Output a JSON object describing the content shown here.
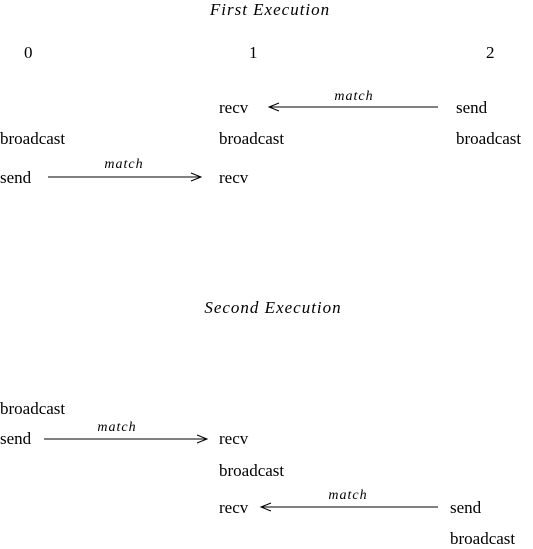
{
  "first_execution": {
    "title": "First Execution",
    "processes": [
      "0",
      "1",
      "2"
    ],
    "events": {
      "p0": [
        "broadcast",
        "send"
      ],
      "p1": [
        "recv",
        "broadcast",
        "recv"
      ],
      "p2": [
        "send",
        "broadcast"
      ]
    },
    "matches": [
      "match",
      "match"
    ]
  },
  "second_execution": {
    "title": "Second Execution",
    "events": {
      "p0": [
        "broadcast",
        "send"
      ],
      "p1": [
        "recv",
        "broadcast",
        "recv"
      ],
      "p2": [
        "send",
        "broadcast"
      ]
    },
    "matches": [
      "match",
      "match"
    ]
  }
}
